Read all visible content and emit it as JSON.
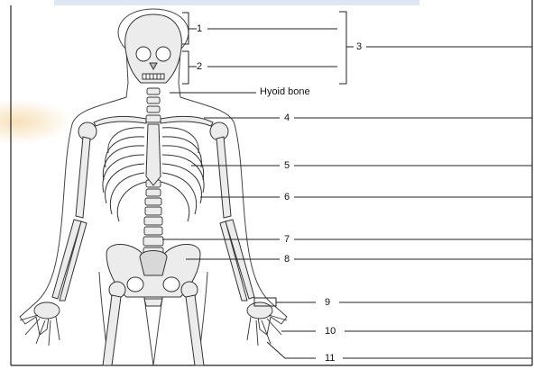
{
  "labels": {
    "l1": "1",
    "l2": "2",
    "l3": "3",
    "hyoid": "Hyoid bone",
    "l4": "4",
    "l5": "5",
    "l6": "6",
    "l7": "7",
    "l8": "8",
    "l9": "9",
    "l10": "10",
    "l11": "11"
  },
  "colors": {
    "bone_fill": "#ececec",
    "bone_stroke": "#333333",
    "frame": "#222222",
    "top_band": "#dfe8f2",
    "glow": "#f6ddb0"
  }
}
